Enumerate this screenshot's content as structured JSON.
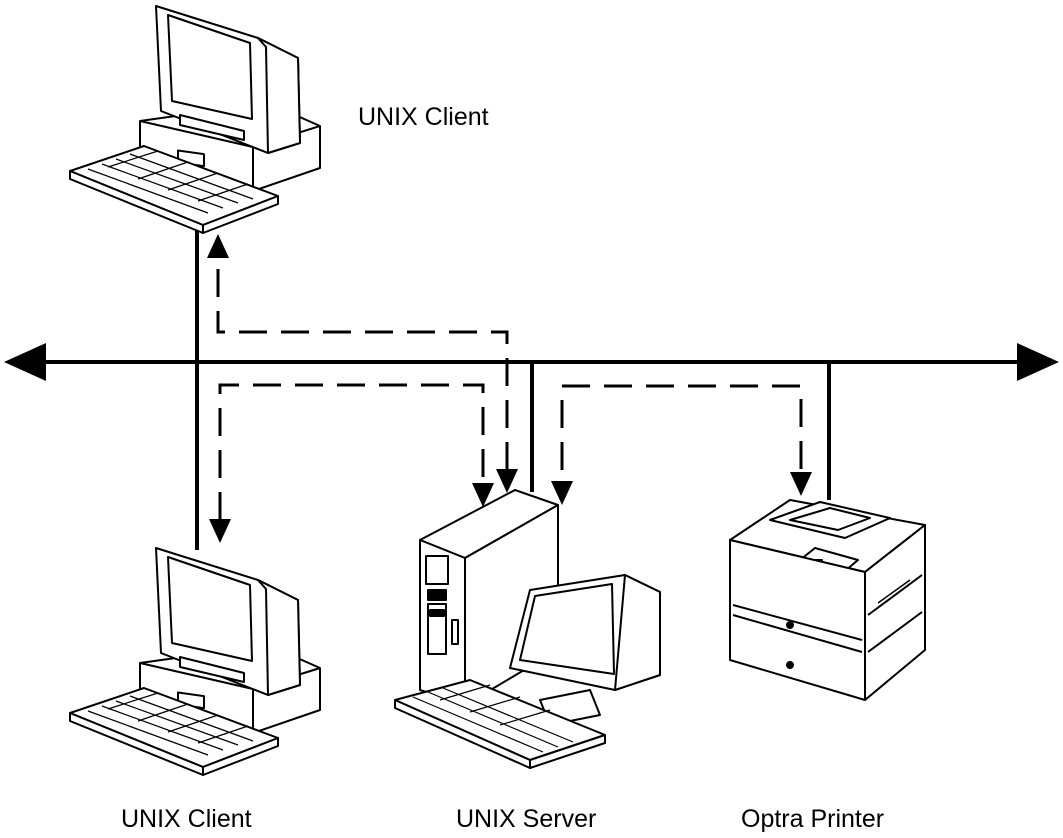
{
  "labels": {
    "top_client": "UNIX Client",
    "bottom_client": "UNIX Client",
    "server": "UNIX Server",
    "printer": "Optra Printer"
  },
  "icons": {
    "top_client": "desktop-computer-icon",
    "bottom_client": "desktop-computer-icon",
    "server": "tower-server-icon",
    "printer": "laser-printer-icon"
  },
  "colors": {
    "line": "#000000",
    "background": "#ffffff"
  }
}
